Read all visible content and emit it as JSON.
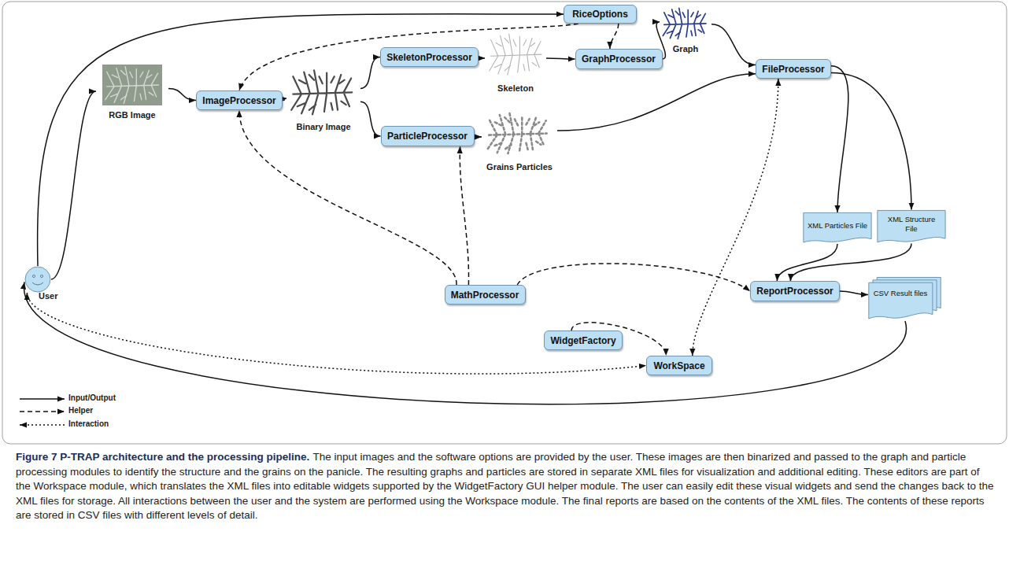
{
  "diagram": {
    "title": "Figure 7 P-TRAP architecture and the processing pipeline.",
    "caption": "The input images and the software options are provided by the user. These images are then binarized and passed to the graph and particle processing modules to identify the structure and the grains on the panicle. The resulting graphs and particles are stored in separate XML files for visualization and additional editing. These editors are part of the Workspace module, which translates the XML files into editable widgets supported by the WidgetFactory GUI helper module. The user can easily edit these visual widgets and send the changes back to the XML files for storage. All interactions between the user and the system are performed using the Workspace module. The final reports are based on the contents of the XML files. The contents of these reports are stored in CSV files with different levels of detail.",
    "nodes": [
      {
        "text": [
          "User"
        ]
      },
      {
        "text": [
          "RGB Image"
        ]
      },
      {
        "text": [
          "ImageProcessor"
        ]
      },
      {
        "text": [
          "Binary Image"
        ]
      },
      {
        "text": [
          "RiceOptions"
        ]
      },
      {
        "text": [
          "SkeletonProcessor"
        ]
      },
      {
        "text": [
          "Skeleton"
        ]
      },
      {
        "text": [
          "GraphProcessor"
        ]
      },
      {
        "text": [
          "Graph"
        ]
      },
      {
        "text": [
          "ParticleProcessor"
        ]
      },
      {
        "text": [
          "Grains Particles"
        ]
      },
      {
        "text": [
          "FileProcessor"
        ]
      },
      {
        "text": [
          "XML Particles File"
        ]
      },
      {
        "text": [
          "XML Structure File"
        ]
      },
      {
        "text": [
          "MathProcessor"
        ]
      },
      {
        "text": [
          "WidgetFactory"
        ]
      },
      {
        "text": [
          "WorkSpace"
        ]
      },
      {
        "text": [
          "ReportProcessor"
        ]
      },
      {
        "text": [
          "CSV Result files"
        ]
      }
    ],
    "edges": [
      {
        "from": 0,
        "to": 4,
        "arrow": "to"
      },
      {
        "from": 0,
        "to": 1,
        "arrow": "to"
      },
      {
        "from": 1,
        "to": 2,
        "arrow": "to"
      },
      {
        "from": 2,
        "to": 3,
        "arrow": "to"
      },
      {
        "from": 4,
        "to": 2,
        "arrow": "to"
      },
      {
        "from": 4,
        "to": 7,
        "arrow": "to"
      },
      {
        "from": 3,
        "to": 5,
        "arrow": "to"
      },
      {
        "from": 3,
        "to": 9,
        "arrow": "to"
      },
      {
        "from": 5,
        "to": 6,
        "arrow": "to"
      },
      {
        "from": 6,
        "to": 7,
        "arrow": "to"
      },
      {
        "from": 7,
        "to": 8,
        "arrow": "to"
      },
      {
        "from": 8,
        "to": 11,
        "arrow": "to"
      },
      {
        "from": 9,
        "to": 10,
        "arrow": "to"
      },
      {
        "from": 10,
        "to": 11,
        "arrow": "to"
      },
      {
        "from": 11,
        "to": 12,
        "arrow": "to"
      },
      {
        "from": 11,
        "to": 13,
        "arrow": "to"
      },
      {
        "from": 12,
        "to": 17,
        "arrow": "to"
      },
      {
        "from": 13,
        "to": 17,
        "arrow": "to"
      },
      {
        "from": 17,
        "to": 18,
        "arrow": "to"
      },
      {
        "from": 18,
        "to": 0,
        "arrow": "to"
      },
      {
        "from": 14,
        "to": 2,
        "arrow": "to"
      },
      {
        "from": 14,
        "to": 9,
        "arrow": "to"
      },
      {
        "from": 14,
        "to": 17,
        "arrow": "to"
      },
      {
        "from": 15,
        "to": 16,
        "arrow": "to"
      },
      {
        "from": 11,
        "to": 16,
        "arrow": "both"
      },
      {
        "from": 0,
        "to": 16,
        "arrow": "both"
      }
    ],
    "legend": [
      {
        "text": "Input/Output"
      },
      {
        "text": "Helper"
      },
      {
        "text": "Interaction"
      }
    ]
  }
}
